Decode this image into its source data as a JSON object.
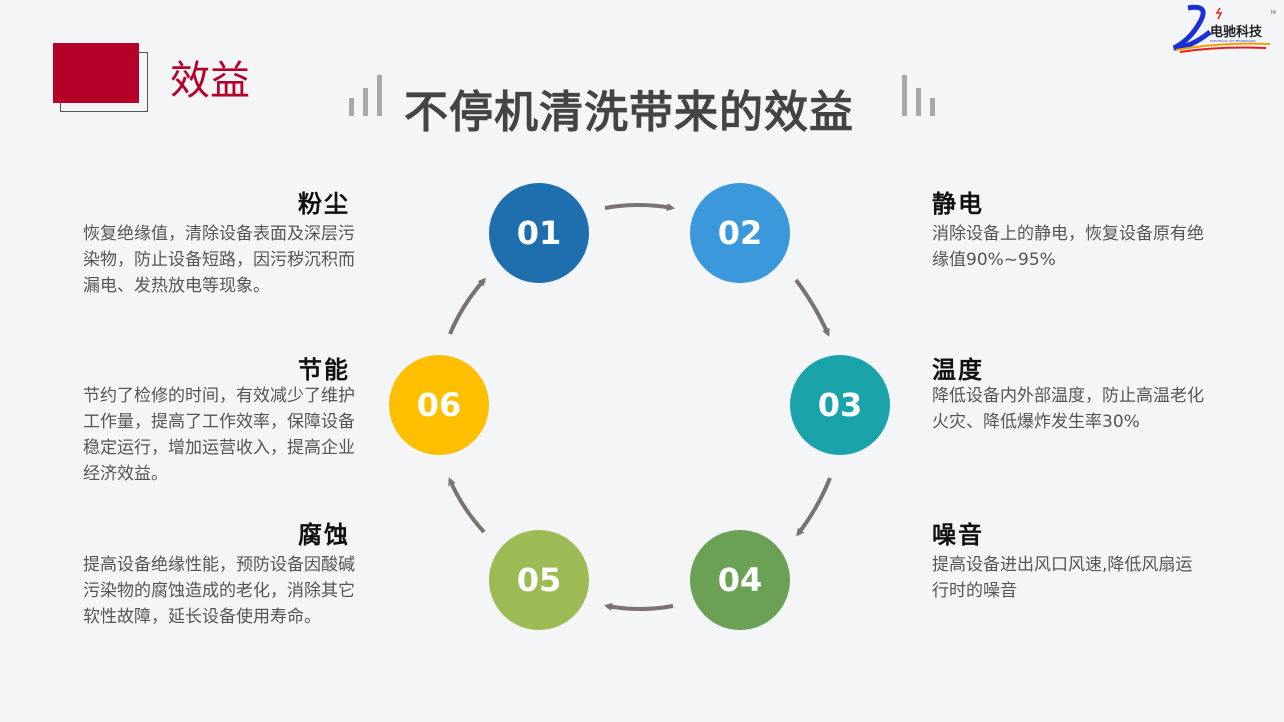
{
  "header": {
    "section_title": "效益",
    "main_title": "不停机清洗带来的效益",
    "accent_color": "#b5002a",
    "logo": {
      "text_cn": "电驰科技",
      "text_en": "ELECTRICAL CHI TECHNOLOGY",
      "tm": "TM"
    }
  },
  "steps": [
    {
      "number": "01",
      "color": "#1f6fae",
      "title": "粉尘",
      "desc": "恢复绝缘值，清除设备表面及深层污染物，防止设备短路，因污秽沉积而漏电、发热放电等现象。"
    },
    {
      "number": "02",
      "color": "#3a98db",
      "title": "静电",
      "desc": "消除设备上的静电，恢复设备原有绝缘值90%~95%"
    },
    {
      "number": "03",
      "color": "#1aa3ab",
      "title": "温度",
      "desc": "降低设备内外部温度，防止高温老化火灾、降低爆炸发生率30%"
    },
    {
      "number": "04",
      "color": "#6aa155",
      "title": "噪音",
      "desc": "提高设备进出风口风速,降低风扇运行时的噪音"
    },
    {
      "number": "05",
      "color": "#9dbb55",
      "title": "腐蚀",
      "desc": "提高设备绝缘性能，预防设备因酸碱污染物的腐蚀造成的老化，消除其它软性故障，延长设备使用寿命。"
    },
    {
      "number": "06",
      "color": "#fdbf00",
      "title": "节能",
      "desc": "节约了检修的时间，有效减少了维护工作量，提高了工作效率，保障设备稳定运行，增加运营收入，提高企业经济效益。"
    }
  ]
}
